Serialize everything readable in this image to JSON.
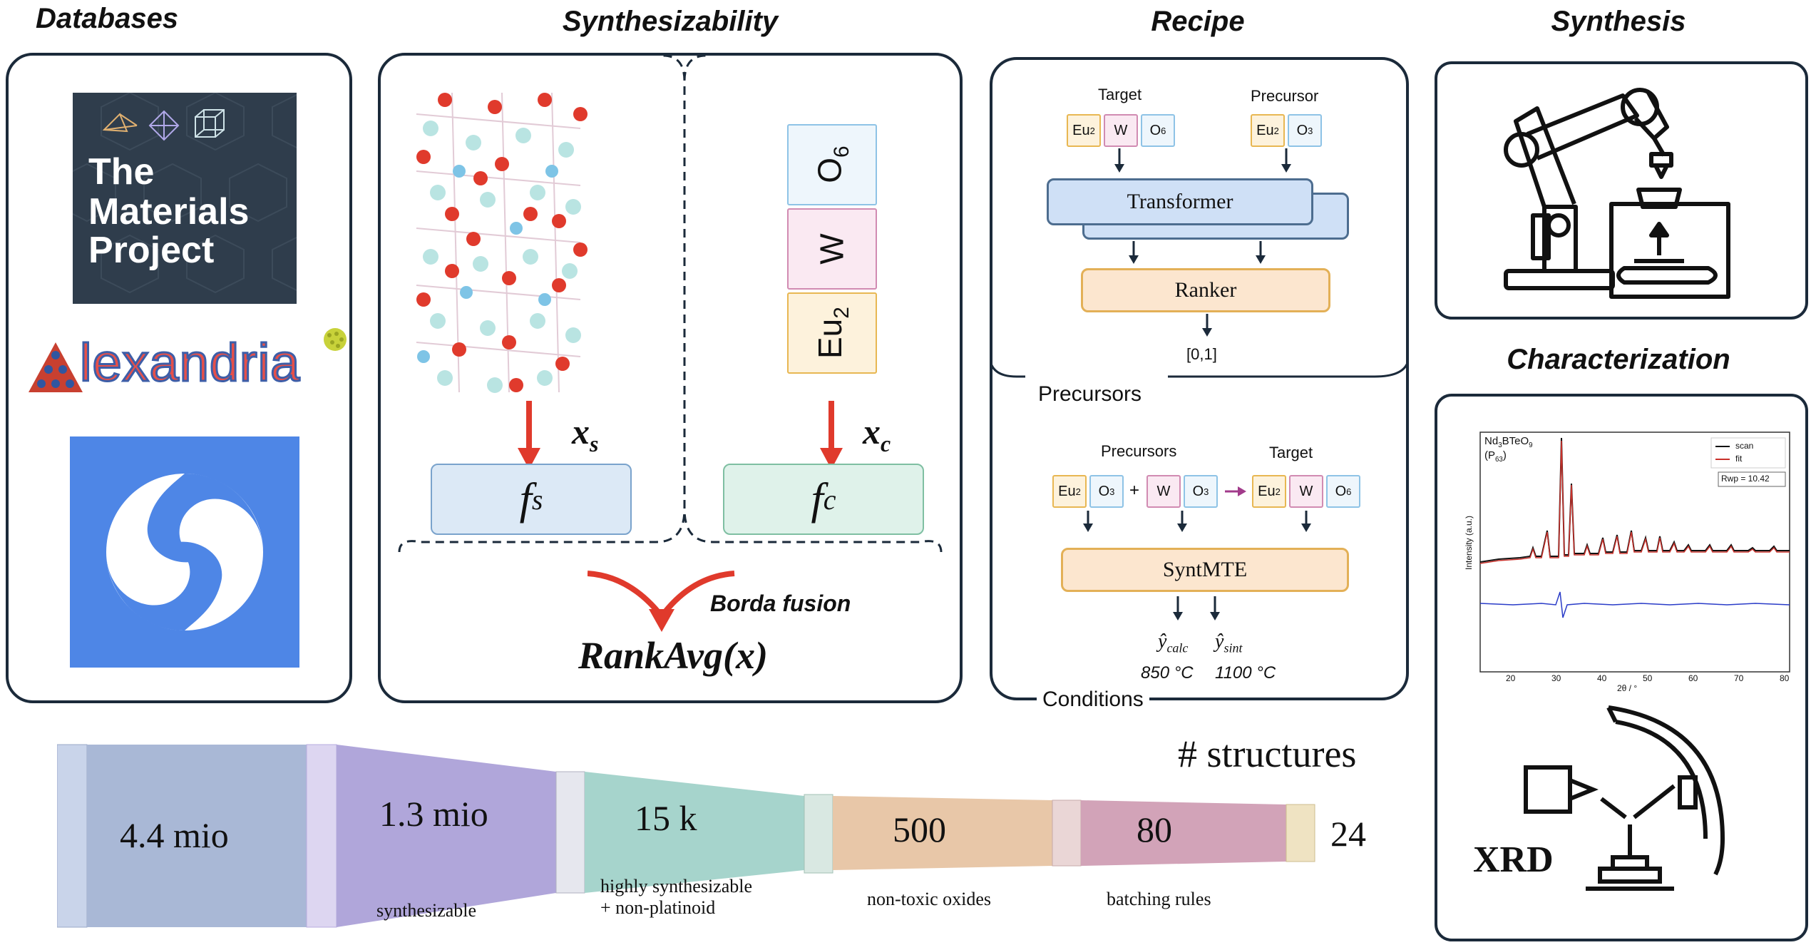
{
  "sections": {
    "databases": "Databases",
    "synthesizability": "Synthesizability",
    "recipe": "Recipe",
    "synthesis": "Synthesis",
    "characterization": "Characterization"
  },
  "databases": {
    "mp_logo_lines": [
      "The",
      "Materials",
      "Project"
    ],
    "alexandria": "lexandria",
    "alexandria_A": "A"
  },
  "synth": {
    "comp_chips": [
      "O6",
      "W",
      "Eu2"
    ],
    "xs": "x",
    "xs_sub": "s",
    "xc": "x",
    "xc_sub": "c",
    "fs": "f",
    "fs_sub": "s",
    "fc": "f",
    "fc_sub": "c",
    "borda": "Borda fusion",
    "rankavg": "RankAvg(x)"
  },
  "recipe": {
    "target_label": "Target",
    "precursor_label": "Precursor",
    "target_chips": [
      "Eu2",
      "W",
      "O6"
    ],
    "precursor_chips": [
      "Eu2",
      "O3"
    ],
    "transformer": "Transformer",
    "ranker": "Ranker",
    "range": "[0,1]",
    "precursors_section": "Precursors",
    "precursors_label": "Precursors",
    "target2_label": "Target",
    "prec_a": [
      "Eu2",
      "O3"
    ],
    "plus": "+",
    "prec_b": [
      "W",
      "O3"
    ],
    "target2": [
      "Eu2",
      "W",
      "O6"
    ],
    "syntmte": "SyntMTE",
    "y_calc": "ŷ",
    "y_calc_sub": "calc",
    "y_sint": "ŷ",
    "y_sint_sub": "sint",
    "t_calc": "850 °C",
    "t_sint": "1100 °C",
    "conditions_section": "Conditions"
  },
  "xrd": {
    "compound": "Nd3BTeO9",
    "space_group": "(P63)",
    "legend": [
      "scan",
      "fit"
    ],
    "rwp": "Rwp = 10.42",
    "ylabel": "Intensity (a.u.)",
    "xlabel": "2θ / °",
    "xticks": [
      "20",
      "30",
      "40",
      "50",
      "60",
      "70",
      "80"
    ],
    "label": "XRD"
  },
  "funnel": {
    "title": "# structures",
    "stages": [
      {
        "value": "4.4 mio",
        "label": ""
      },
      {
        "value": "1.3 mio",
        "label": "synthesizable"
      },
      {
        "value": "15 k",
        "label": "highly synthesizable\n+ non-platinoid"
      },
      {
        "value": "500",
        "label": "non-toxic oxides"
      },
      {
        "value": "80",
        "label": "batching rules"
      },
      {
        "value": "24",
        "label": ""
      }
    ]
  },
  "colors": {
    "panel_border": "#1b2a3a",
    "arrow_red": "#e03a2c",
    "mp_bg": "#2f3d4c",
    "blue_logo": "#4e86e6",
    "chip_yellow": "#e9b44a",
    "chip_pink": "#c73a79",
    "chip_blue": "#6aa6d6"
  }
}
